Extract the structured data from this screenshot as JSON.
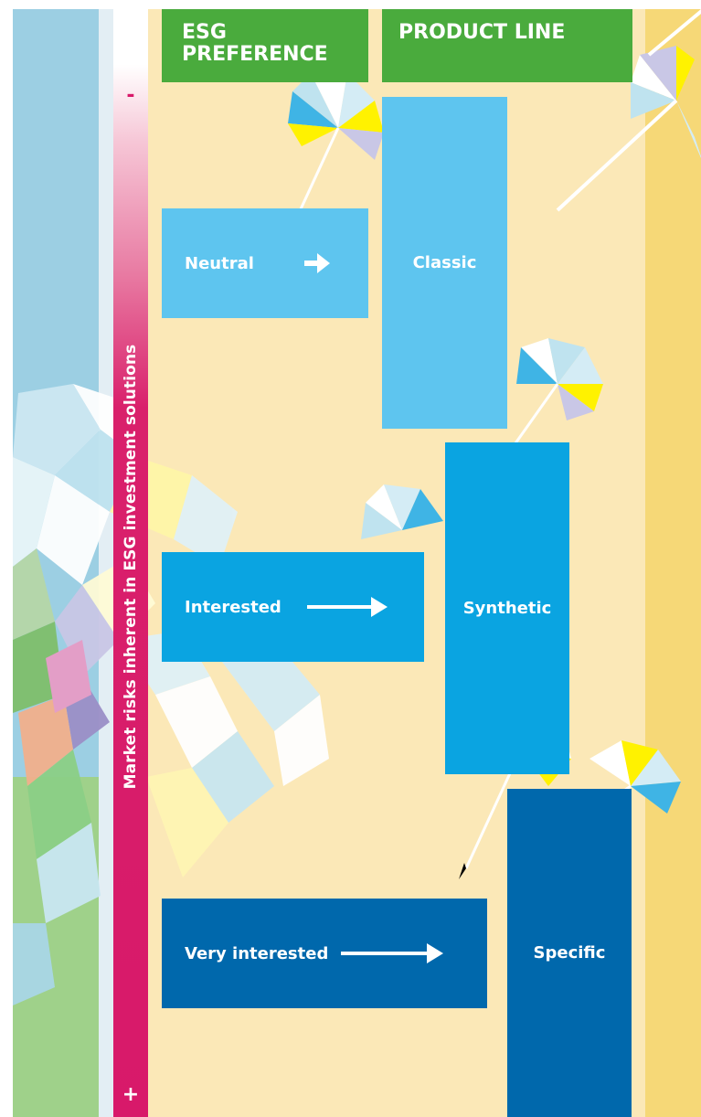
{
  "headers": {
    "esg_preference": "ESG\nPREFERENCE",
    "product_line": "PRODUCT LINE"
  },
  "risk_bar": {
    "label": "Market risks inherent in ESG investment solutions",
    "top_symbol": "-",
    "bottom_symbol": "+"
  },
  "preferences": [
    {
      "label": "Neutral"
    },
    {
      "label": "Interested"
    },
    {
      "label": "Very interested"
    }
  ],
  "products": [
    {
      "label": "Classic"
    },
    {
      "label": "Synthetic"
    },
    {
      "label": "Specific"
    }
  ],
  "colors": {
    "header_green": "#4aab3d",
    "light_blue": "#5ec5ef",
    "mid_blue": "#0aa4e1",
    "dark_blue": "#0068ac",
    "risk_magenta": "#d8196a"
  }
}
